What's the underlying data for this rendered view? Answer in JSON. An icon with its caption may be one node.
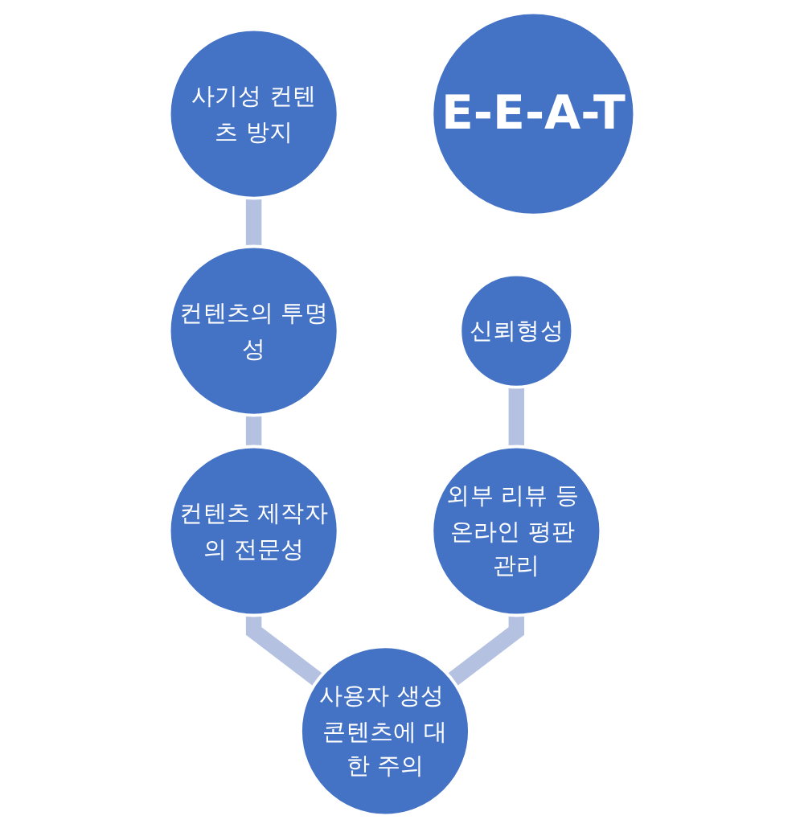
{
  "diagram": {
    "nodes": [
      {
        "text": [
          "사기성 컨텐츠 방지"
        ]
      },
      {
        "text": [
          "신뢰형성"
        ]
      },
      {
        "text": [
          "컨텐츠의 투명성"
        ]
      },
      {
        "text": [
          "E-E-A-T"
        ]
      },
      {
        "text": [
          "외부 리뷰 등 온라인 평판 관리"
        ]
      },
      {
        "text": [
          "컨텐츠 제작자의 전문성"
        ]
      },
      {
        "text": [
          "사용자 생성 콘텐츠에 대한 주의"
        ]
      }
    ],
    "edges": [
      {
        "from": 0,
        "to": 2,
        "arrow": "none"
      },
      {
        "from": 2,
        "to": 5,
        "arrow": "none"
      },
      {
        "from": 5,
        "to": 6,
        "arrow": "none"
      },
      {
        "from": 1,
        "to": 4,
        "arrow": "none"
      },
      {
        "from": 4,
        "to": 6,
        "arrow": "none"
      }
    ]
  }
}
